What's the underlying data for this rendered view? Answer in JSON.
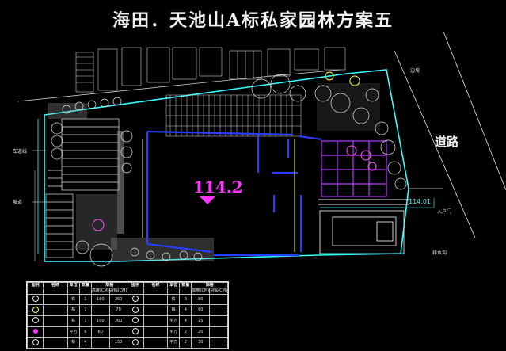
{
  "title": "海田．天池山A标私家园林方案五",
  "elevation_label": "114.2",
  "road_label": "道路",
  "callouts": {
    "left_upper": "车道线",
    "left_lower": "坡道",
    "top_right": "边坡",
    "right_elev": "114.01",
    "right_gate": "入户门",
    "right_bottom": "排水沟"
  },
  "legend": {
    "headers": [
      "图例",
      "名称",
      "单位",
      "数量",
      "规格",
      "图例",
      "名称",
      "单位",
      "数量",
      "规格"
    ],
    "subheaders": [
      "高度(CM)",
      "冠幅(CM)",
      "高度(CM)",
      "冠幅(CM)"
    ],
    "rows": [
      [
        "株",
        "1",
        "180",
        "250",
        "株",
        "8",
        "80"
      ],
      [
        "株",
        "7",
        "",
        "70",
        "株",
        "4",
        "60"
      ],
      [
        "株",
        "7",
        "100",
        "300",
        "平方",
        "4",
        "25"
      ],
      [
        "平方",
        "6",
        "60",
        "",
        "平方",
        "2",
        "20"
      ],
      [
        "株",
        "4",
        "",
        "150",
        "平方",
        "2",
        "30"
      ]
    ]
  },
  "colors": {
    "boundary": "#33ffff",
    "building": "#2233ff",
    "magenta": "#ff33ff",
    "purple": "#aa33ff",
    "yellow": "#ffff33",
    "white": "#e6e6e6"
  }
}
